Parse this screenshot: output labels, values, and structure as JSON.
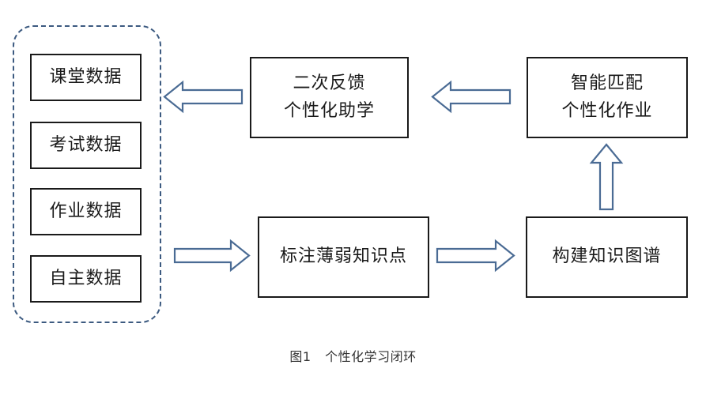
{
  "diagram": {
    "data_sources": [
      "课堂数据",
      "考试数据",
      "作业数据",
      "自主数据"
    ],
    "feedback_box": {
      "line1": "二次反馈",
      "line2": "个性化助学"
    },
    "match_box": {
      "line1": "智能匹配",
      "line2": "个性化作业"
    },
    "mark_box": {
      "label": "标注薄弱知识点"
    },
    "graph_box": {
      "label": "构建知识图谱"
    }
  },
  "caption": {
    "number": "图1",
    "title": "个性化学习闭环"
  },
  "colors": {
    "arrow_stroke": "#4a6b94",
    "dashed_border": "#3c5a80",
    "box_border": "#1a1a1a"
  }
}
